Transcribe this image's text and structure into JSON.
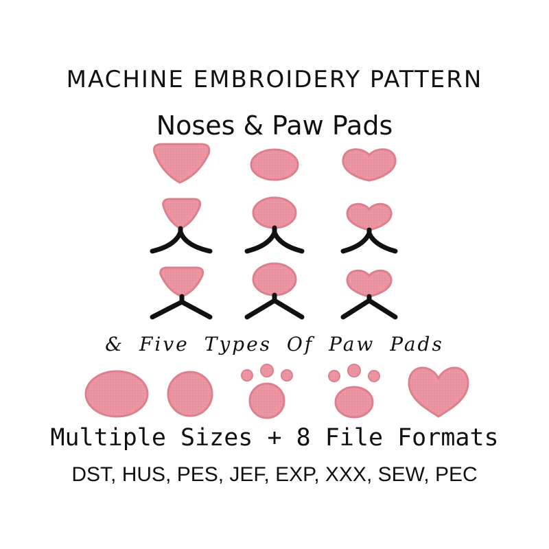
{
  "header": {
    "title": "MACHINE EMBROIDERY PATTERN",
    "subtitle": "Noses & Paw Pads"
  },
  "middle": {
    "paw_caption": "& Five Types Of Paw Pads"
  },
  "footer": {
    "sizes_line": "Multiple Sizes + 8 File Formats",
    "formats_line": "DST, HUS, PES, JEF, EXP, XXX, SEW, PEC"
  },
  "colors": {
    "pad_fill": "#ec98a4",
    "pad_stroke": "#dd7f8c",
    "mouth": "#111111",
    "background": "#ffffff"
  },
  "icons": {
    "noses": [
      "triangle-nose-icon",
      "oval-nose-icon",
      "heart-nose-icon"
    ],
    "mouths": [
      "curved-mouth-icon",
      "straight-mouth-icon"
    ],
    "paw_pads": [
      "oval-pad-icon",
      "round-pad-icon",
      "paw-print-icon",
      "paw-print-icon",
      "heart-pad-icon"
    ]
  }
}
